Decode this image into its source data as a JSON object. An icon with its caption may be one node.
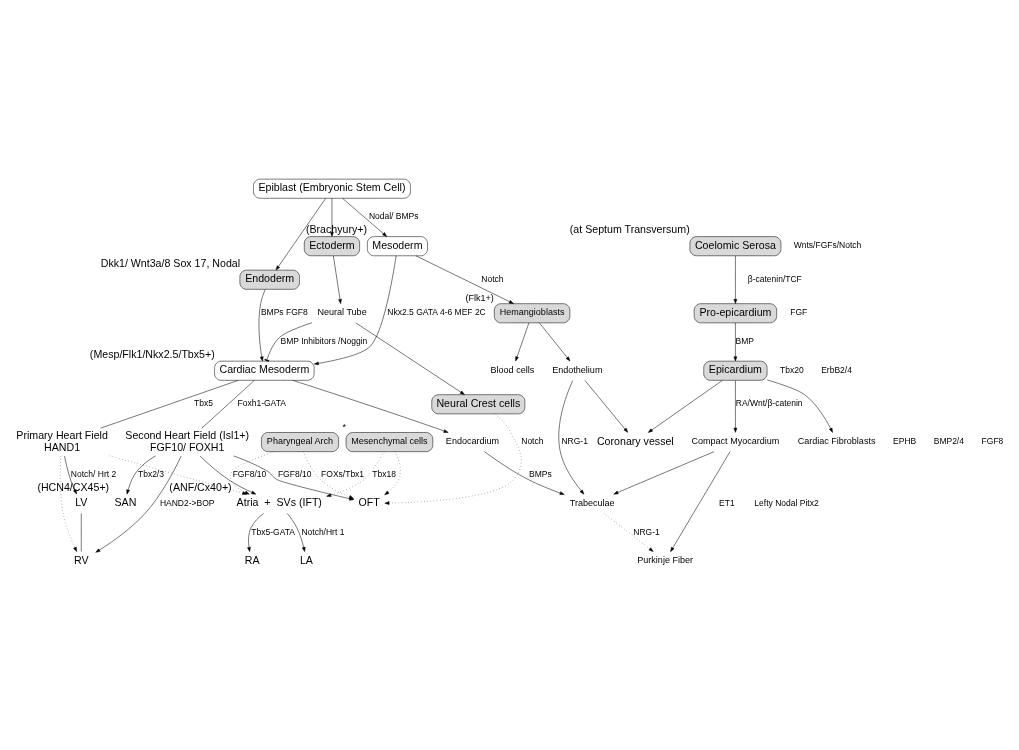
{
  "diagram": {
    "nodes": [
      {
        "text": [
          "Epiblast (Embryonic Stem Cell)"
        ]
      },
      {
        "text": [
          "Endoderm"
        ],
        "beside": [
          "Dkk1/ Wnt3a/8 Sox 17, Nodal"
        ]
      },
      {
        "text": [
          "Mesoderm"
        ],
        "beside": [
          "(Brachyury+)"
        ]
      },
      {
        "text": [
          "Ectoderm"
        ]
      },
      {
        "text": [
          "Neural Tube"
        ]
      },
      {
        "text": [
          "Coelomic Serosa"
        ],
        "beside": [
          "(at Septum Transversum)"
        ]
      },
      {
        "text": [
          "Cardiac Mesoderm"
        ],
        "beside": [
          "(Mesp/Flk1/Nkx2.5/Tbx5+)"
        ]
      },
      {
        "text": [
          "Neural Crest cells"
        ]
      },
      {
        "text": [
          "Pro-epicardium"
        ]
      },
      {
        "text": [
          "Primary Heart Field",
          "HAND1"
        ]
      },
      {
        "text": [
          "Hemangioblasts"
        ],
        "beside": [
          "(Flk1+)"
        ]
      },
      {
        "text": [
          "Second Heart Field (Isl1+)",
          "FGF10/ FOXH1"
        ]
      },
      {
        "text": [
          "Blood cells"
        ]
      },
      {
        "text": [
          "Endothelium"
        ]
      },
      {
        "text": [
          "OFT"
        ]
      },
      {
        "text": [
          "Pharyngeal Arch"
        ]
      },
      {
        "text": [
          "Endocardium"
        ]
      },
      {
        "text": [
          "LV"
        ]
      },
      {
        "text": [
          "RV"
        ]
      },
      {
        "text": [
          "SAN"
        ],
        "beside": [
          "(HCN4/CX45+)"
        ]
      },
      {
        "text": [
          "Trabeculae"
        ]
      },
      {
        "text": [
          "Purkinje Fiber"
        ]
      },
      {
        "text": [
          "Compact Myocardium"
        ]
      },
      {
        "text": [
          "Atria  +  SVs (IFT)"
        ],
        "beside": [
          "(ANF/Cx40+)"
        ]
      },
      {
        "text": [
          "Coronary vessel"
        ]
      },
      {
        "text": [
          "Mesenchymal cells"
        ],
        "beside": [
          "*"
        ]
      },
      {
        "text": [
          "Epicardium"
        ]
      },
      {
        "text": [
          "LA"
        ]
      },
      {
        "text": [
          "RA"
        ]
      },
      {
        "text": [
          "Cardiac Fibroblasts"
        ]
      }
    ],
    "edges": [
      {
        "from": 0,
        "to": 1,
        "arrow": "to"
      },
      {
        "from": 0,
        "to": 2,
        "arrow": "to",
        "label": "Nodal/ BMPs"
      },
      {
        "from": 0,
        "to": 3,
        "arrow": "to"
      },
      {
        "from": 1,
        "to": 6,
        "arrow": "to",
        "label": "BMPs FGF8"
      },
      {
        "from": 2,
        "to": 6,
        "arrow": "to",
        "label": "Nkx2.5 GATA 4-6 MEF 2C"
      },
      {
        "from": 3,
        "to": 4,
        "arrow": "to"
      },
      {
        "from": 4,
        "to": 6,
        "arrow": "other",
        "label": "BMP Inhibitors /Noggin"
      },
      {
        "from": 4,
        "to": 7,
        "arrow": "to"
      },
      {
        "from": 5,
        "to": 8,
        "arrow": "to"
      },
      {
        "from": 2,
        "to": 10,
        "arrow": "to",
        "label": "Notch"
      },
      {
        "from": 6,
        "to": 16,
        "arrow": "to"
      },
      {
        "from": 6,
        "to": 9,
        "arrow": "none",
        "label": "Tbx5"
      },
      {
        "from": 6,
        "to": 11,
        "arrow": "none",
        "label": "Foxh1-GATA"
      },
      {
        "from": 8,
        "to": 26,
        "arrow": "to",
        "label": "BMP"
      },
      {
        "from": 10,
        "to": 12,
        "arrow": "to"
      },
      {
        "from": 10,
        "to": 13,
        "arrow": "to"
      },
      {
        "from": 13,
        "to": 20,
        "arrow": "to",
        "label": "NRG-1"
      },
      {
        "from": 16,
        "to": 20,
        "arrow": "to",
        "label": "BMPs"
      },
      {
        "from": 13,
        "to": 24,
        "arrow": "to"
      },
      {
        "from": 9,
        "to": 17,
        "arrow": "to",
        "label": "Notch/ Hrt 2"
      },
      {
        "from": 9,
        "to": 18,
        "arrow": "to",
        "style": "dashed"
      },
      {
        "from": 9,
        "to": 23,
        "arrow": "to",
        "style": "dashed"
      },
      {
        "from": 11,
        "to": 18,
        "arrow": "to",
        "label": "HAND2->BOP"
      },
      {
        "from": 11,
        "to": 14,
        "arrow": "to",
        "label": "FGF8/10"
      },
      {
        "from": 11,
        "to": 19,
        "arrow": "to",
        "label": "Tbx2/3"
      },
      {
        "from": 11,
        "to": 23,
        "arrow": "to"
      },
      {
        "from": 7,
        "to": 14,
        "arrow": "to",
        "style": "dashed",
        "label": "Notch"
      },
      {
        "from": 15,
        "to": 14,
        "arrow": "to",
        "style": "dashed",
        "label": "FOXs/Tbx1"
      },
      {
        "from": 15,
        "to": 23,
        "arrow": "to",
        "style": "dashed",
        "label": "FGF8/10"
      },
      {
        "from": 25,
        "to": 14,
        "arrow": "to",
        "style": "dashed"
      },
      {
        "from": 25,
        "to": 23,
        "arrow": "to",
        "style": "dashed",
        "label": "Tbx18"
      },
      {
        "from": 17,
        "to": 18,
        "arrow": "none"
      },
      {
        "from": 20,
        "to": 21,
        "arrow": "to",
        "style": "dashed",
        "label": "NRG-1"
      },
      {
        "from": 22,
        "to": 20,
        "arrow": "to"
      },
      {
        "from": 22,
        "to": 21,
        "arrow": "to"
      },
      {
        "from": 26,
        "to": 24,
        "arrow": "to"
      },
      {
        "from": 26,
        "to": 29,
        "arrow": "to"
      },
      {
        "from": 26,
        "to": 22,
        "arrow": "to",
        "label": "RA/Wnt/β-catenin"
      },
      {
        "from": 23,
        "to": 27,
        "arrow": "to",
        "label": "Notch/Hrt 1"
      },
      {
        "from": 23,
        "to": 28,
        "arrow": "to",
        "label": "Tbx5-GATA"
      }
    ],
    "labels": [
      "Wnts/FGFs/Notch",
      "β-catenin/TCF",
      "Tbx20",
      "FGF",
      "EPHB",
      "ErbB2/4",
      "BMP2/4",
      "FGF8",
      "ET1",
      "Lefty Nodal Pitx2"
    ]
  }
}
